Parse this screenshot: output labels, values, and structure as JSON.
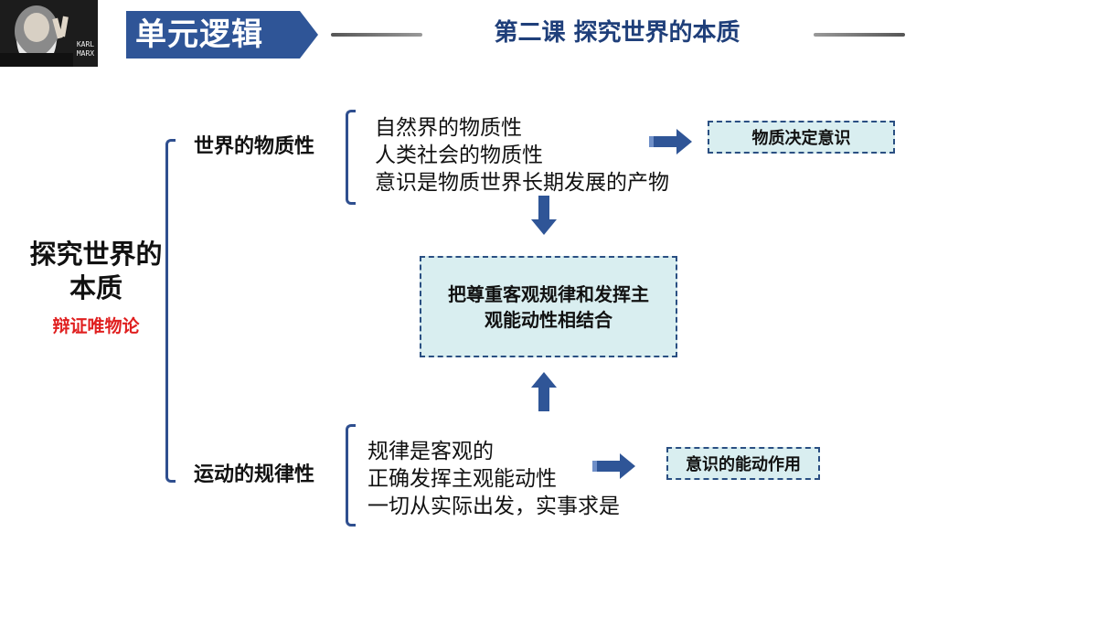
{
  "header": {
    "portrait_caption_line1": "KARL",
    "portrait_caption_line2": "MARX",
    "unit_title": "单元逻辑",
    "lesson_title": "第二课 探究世界的本质",
    "banner_color": "#2f5597"
  },
  "root": {
    "title": "探究世界的本质",
    "subtitle": "辩证唯物论"
  },
  "branches": [
    {
      "label": "世界的物质性",
      "items": [
        "自然界的物质性",
        "人类社会的物质性",
        "意识是物质世界长期发展的产物"
      ],
      "conclusion": "物质决定意识"
    },
    {
      "label": "运动的规律性",
      "items": [
        "规律是客观的",
        "正确发挥主观能动性",
        "一切从实际出发，实事求是"
      ],
      "conclusion": "意识的能动作用"
    }
  ],
  "center_box": {
    "line1": "把尊重客观规律和发挥主",
    "line2": "观能动性相结合"
  },
  "colors": {
    "accent": "#2f5597",
    "box_fill": "#d9eef0",
    "subtitle_red": "#e02020"
  }
}
